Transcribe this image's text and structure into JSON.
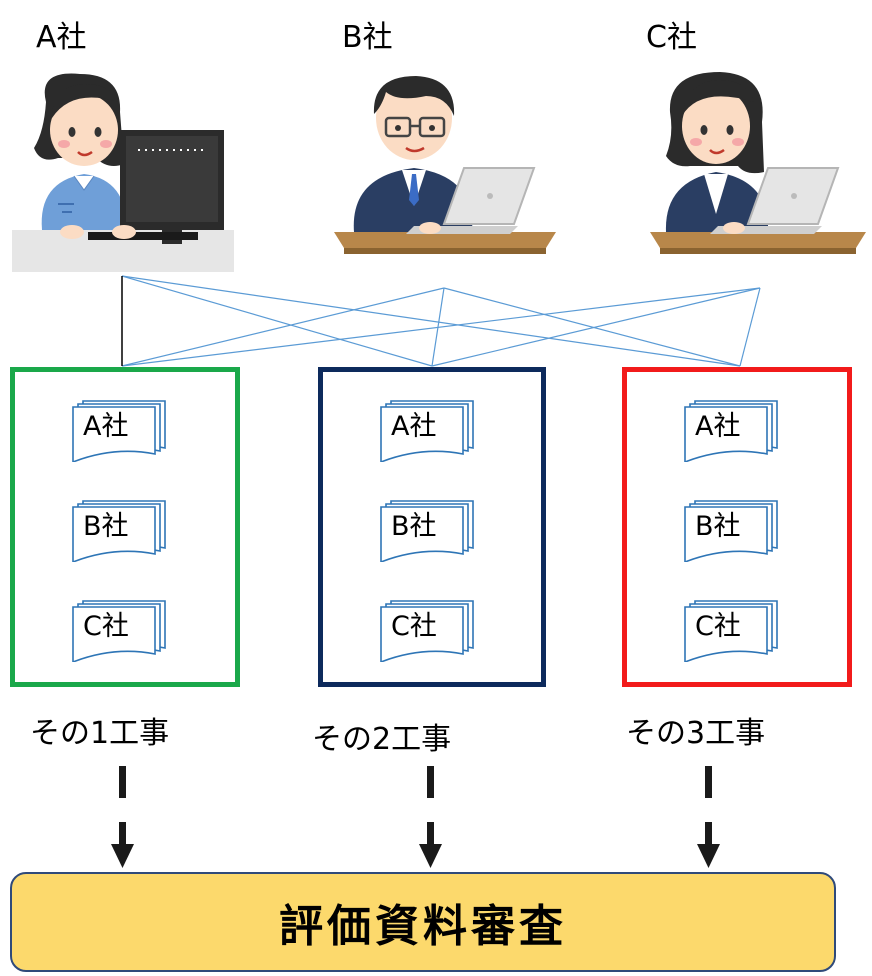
{
  "companies": [
    {
      "label": "A社"
    },
    {
      "label": "B社"
    },
    {
      "label": "C社"
    }
  ],
  "projects": [
    {
      "label": "その1工事",
      "color": "#1aa84a",
      "docs": [
        "A社",
        "B社",
        "C社"
      ]
    },
    {
      "label": "その2工事",
      "color": "#0d2a5c",
      "docs": [
        "A社",
        "B社",
        "C社"
      ]
    },
    {
      "label": "その3工事",
      "color": "#f21b1b",
      "docs": [
        "A社",
        "B社",
        "C社"
      ]
    }
  ],
  "review": {
    "label": "評価資料審査",
    "fill": "#fcd96c"
  },
  "colors": {
    "connector": "#5b9bd5",
    "doc_outline": "#2e75b6",
    "arrow": "#1a1a1a"
  },
  "icons": [
    "person-at-desktop-icon",
    "businessman-at-laptop-icon",
    "businesswoman-at-laptop-icon",
    "document-stack-icon",
    "arrow-down-icon"
  ]
}
